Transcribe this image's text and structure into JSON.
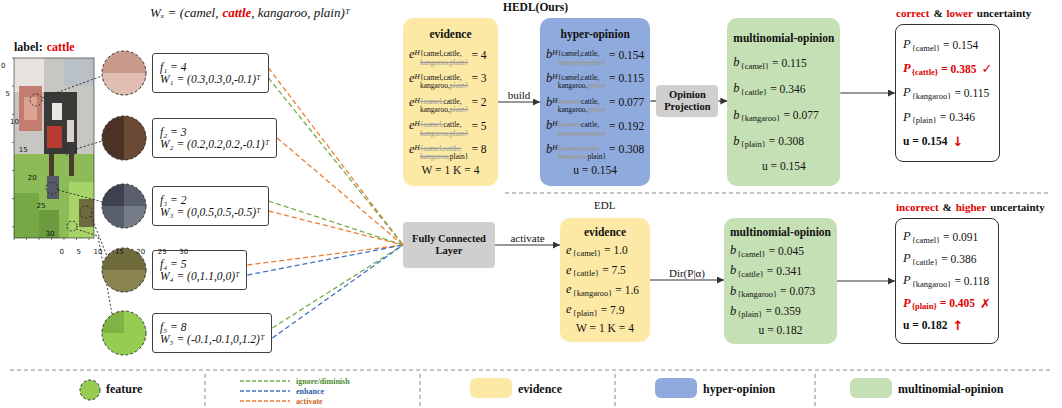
{
  "diagram": {
    "nodes": [
      {
        "text": [
          "f₁ = 4",
          "W₁ = (0.3,0.3,0,-0.1)ᵀ"
        ]
      },
      {
        "text": [
          "f₂ = 3",
          "W₂ = (0.2,0.2,0.2,-0.1)ᵀ"
        ]
      },
      {
        "text": [
          "f₃ = 2",
          "W₃ = (0,0.5,0.5,-0.5)ᵀ"
        ]
      },
      {
        "text": [
          "f₄ = 5",
          "W₄ = (0,1.1,0,0)ᵀ"
        ]
      },
      {
        "text": [
          "f₅ = 8",
          "W₅ = (-0.1,-0.1,0,1.2)ᵀ"
        ]
      },
      {
        "text": [
          "evidence",
          "eᴴ",
          "{camel,cattle,",
          "kangaroo,plain}",
          "= 4",
          "eᴴ",
          "{camel,cattle,",
          "kangaroo,",
          "plain}",
          "= 3",
          "eᴴ",
          "{camel,",
          "cattle,",
          "kangaroo,",
          "plain}",
          "= 2",
          "eᴴ",
          "{camel,",
          "cattle,",
          "kangaroo,plain}",
          "= 5",
          "eᴴ",
          "{camel,cattle,",
          "kangaroo,",
          "plain}",
          "= 8",
          "W = 1 K = 4"
        ]
      },
      {
        "text": [
          "hyper-opinion",
          "bᴴ",
          "{camel,cattle,",
          "kangaroo,plain}",
          "= 0.154",
          "bᴴ",
          "{camel,cattle,",
          "kangaroo,",
          "plain}",
          "= 0.115",
          "bᴴ",
          "{camel,",
          "cattle,",
          "kangaroo,",
          "plain}",
          "= 0.077",
          "bᴴ",
          "{camel,",
          "cattle,",
          "kangaroo,plain}",
          "= 0.192",
          "bᴴ",
          "{camel,cattle,",
          "kangaroo,",
          "plain}",
          "= 0.308",
          "u = 0.154"
        ]
      },
      {
        "text": [
          "Opinion Projection"
        ]
      },
      {
        "text": [
          "multinomial-opinion",
          "b",
          "{camel}",
          "= 0.115",
          "b",
          "{cattle}",
          "= 0.346",
          "b",
          "{kangaroo}",
          "= 0.077",
          "b",
          "{plain}",
          "= 0.308",
          "u = 0.154"
        ]
      },
      {
        "text": [
          "correct",
          "&",
          "lower",
          "uncertainty",
          "P",
          "{camel}",
          "= 0.154",
          "P",
          "{cattle}",
          "= 0.385",
          "✓",
          "P",
          "{kangaroo}",
          "= 0.115",
          "P",
          "{plain}",
          "= 0.346",
          "u = 0.154",
          "↓"
        ]
      },
      {
        "text": [
          "Fully Connected Layer"
        ]
      },
      {
        "text": [
          "evidence",
          "e",
          "{camel}",
          "= 1.0",
          "e",
          "{cattle}",
          "= 7.5",
          "e",
          "{kangaroo}",
          "= 1.6",
          "e",
          "{plain}",
          "= 7.9",
          "W = 1 K = 4"
        ]
      },
      {
        "text": [
          "multinomial-opinion",
          "b",
          "{camel}",
          "= 0.045",
          "b",
          "{cattle}",
          "= 0.341",
          "b",
          "{kangaroo}",
          "= 0.073",
          "b",
          "{plain}",
          "= 0.359",
          "u = 0.182"
        ]
      },
      {
        "text": [
          "incorrect",
          "&",
          "higher",
          "uncertainty",
          "P",
          "{camel}",
          "= 0.091",
          "P",
          "{cattle}",
          "= 0.386",
          "P",
          "{kangaroo}",
          "= 0.118",
          "P",
          "{plain}",
          "= 0.405",
          "✗",
          "u = 0.182",
          "↑"
        ]
      }
    ],
    "edges": [
      {
        "from": 0,
        "to": 10,
        "arrow": "none"
      },
      {
        "from": 0,
        "to": 10,
        "arrow": "none"
      },
      {
        "from": 1,
        "to": 10,
        "arrow": "none"
      },
      {
        "from": 2,
        "to": 10,
        "arrow": "none"
      },
      {
        "from": 2,
        "to": 10,
        "arrow": "none"
      },
      {
        "from": 3,
        "to": 10,
        "arrow": "none"
      },
      {
        "from": 3,
        "to": 10,
        "arrow": "none"
      },
      {
        "from": 4,
        "to": 10,
        "arrow": "none"
      },
      {
        "from": 4,
        "to": 10,
        "arrow": "none"
      },
      {
        "from": 5,
        "to": 6,
        "label": "build",
        "arrow": "to"
      },
      {
        "from": 6,
        "to": 7,
        "arrow": "none"
      },
      {
        "from": 7,
        "to": 8,
        "arrow": "to"
      },
      {
        "from": 8,
        "to": 9,
        "arrow": "to"
      },
      {
        "from": 10,
        "to": 11,
        "label": "activate",
        "arrow": "to"
      },
      {
        "from": 11,
        "to": 12,
        "label": "Dir(P|α)",
        "arrow": "to"
      },
      {
        "from": 12,
        "to": 13,
        "arrow": "to"
      }
    ],
    "labels": [
      "Wₓ = (camel,",
      "cattle",
      ", kangaroo, plain)ᵀ",
      "HEDL(Ours)",
      "label:",
      "cattle",
      "0",
      "5",
      "10",
      "15",
      "20",
      "25",
      "30",
      "0",
      "5",
      "10",
      "15",
      "20",
      "25",
      "30",
      "EDL"
    ],
    "legend": [
      {
        "text": "feature"
      },
      {
        "text": "ignore/diminish"
      },
      {
        "text": "enhance"
      },
      {
        "text": "activate"
      },
      {
        "text": "evidence",
        "color": "#fde9a6"
      },
      {
        "text": "hyper-opinion",
        "color": "#8faadc"
      },
      {
        "text": "multinomial-opinion",
        "color": "#c5e0b4"
      }
    ]
  }
}
